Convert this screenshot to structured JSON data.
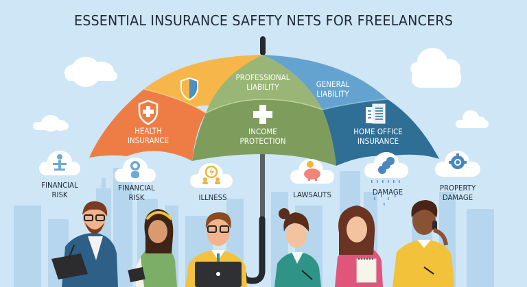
{
  "title": "ESSENTIAL INSURANCE SAFETY NETS FOR FREELANCERS",
  "colors": {
    "sky": "#cfe6f6",
    "health": "#ee7d45",
    "shield_segment": "#f6b64a",
    "professional": "#9ab676",
    "income": "#7e9d5c",
    "general": "#64a3cf",
    "home_office": "#2f6f96",
    "title_text": "#1f2a36"
  },
  "umbrella": {
    "segments": [
      {
        "id": "shield",
        "label_lines": [
          "",
          ""
        ],
        "icon": "shield-icon"
      },
      {
        "id": "health",
        "label_lines": [
          "HEALTH",
          "INSURANCE"
        ],
        "icon": "medical-shield-icon"
      },
      {
        "id": "professional",
        "label_lines": [
          "PROFESSIONAL",
          "LIABILITY"
        ],
        "icon": ""
      },
      {
        "id": "income",
        "label_lines": [
          "INCOME",
          "PROTECTION"
        ],
        "icon": "plus-icon"
      },
      {
        "id": "general",
        "label_lines": [
          "GENERAL",
          "LIABILITY"
        ],
        "icon": ""
      },
      {
        "id": "home_office",
        "label_lines": [
          "HOME OFFICE",
          "INSURANCE"
        ],
        "icon": "documents-icon"
      }
    ]
  },
  "risks": [
    {
      "label_lines": [
        "FINANCIAL",
        "RISK"
      ],
      "icon": "person-balance-icon"
    },
    {
      "label_lines": [
        "FINANCIAL",
        "RISK"
      ],
      "icon": "person-gear-icon"
    },
    {
      "label_lines": [
        "ILLNESS",
        ""
      ],
      "icon": "people-lightning-icon"
    },
    {
      "label_lines": [
        "LAWSAUTS",
        ""
      ],
      "icon": "piggy-bank-icon"
    },
    {
      "label_lines": [
        "DAMAGE",
        ""
      ],
      "icon": "storm-cloud-icon"
    },
    {
      "label_lines": [
        "PROPERTY",
        "DAMAGE"
      ],
      "icon": "gear-coin-icon"
    }
  ],
  "people": [
    {
      "role": "man-with-tablet",
      "shirt": "#2e5f86"
    },
    {
      "role": "woman-with-notepad",
      "shirt": "#7cae68"
    },
    {
      "role": "man-with-laptop",
      "shirt": "#f2c240"
    },
    {
      "role": "woman-writing",
      "shirt": "#2f9487"
    },
    {
      "role": "woman-with-notebook",
      "shirt": "#e0567b"
    },
    {
      "role": "man-on-phone",
      "shirt": "#f2c23a"
    }
  ]
}
